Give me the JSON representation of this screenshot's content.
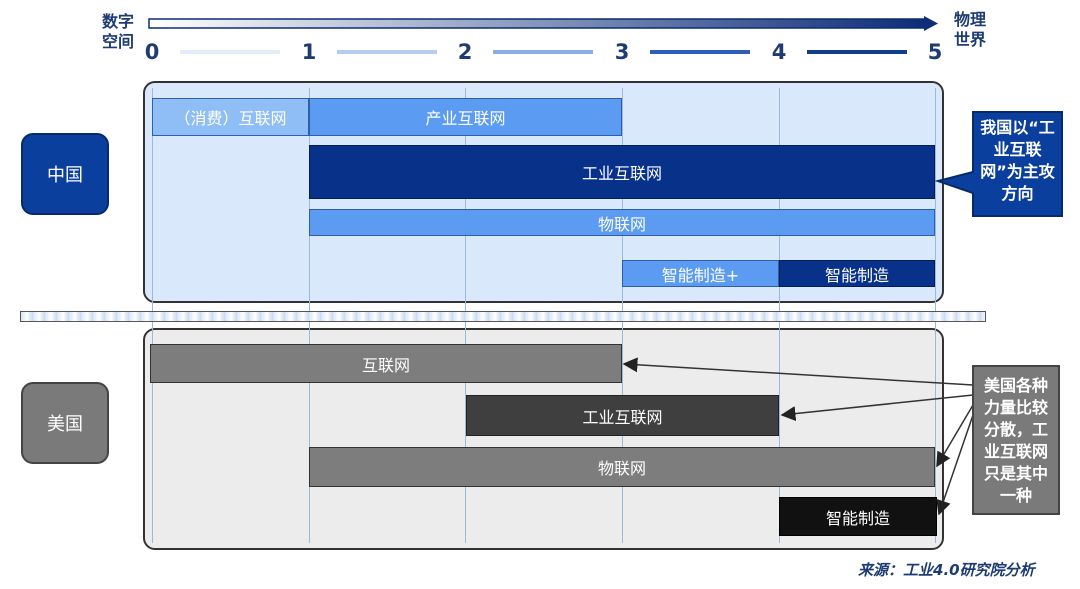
{
  "axis": {
    "left_label": "数字\n空间",
    "right_label": "物理\n世界",
    "ticks": [
      "0",
      "1",
      "2",
      "3",
      "4",
      "5"
    ]
  },
  "china": {
    "region_label": "中国",
    "bars": [
      {
        "label": "（消费）互联网",
        "start": 0,
        "end": 1
      },
      {
        "label": "产业互联网",
        "start": 1,
        "end": 3
      },
      {
        "label": "工业互联网",
        "start": 1,
        "end": 5
      },
      {
        "label": "物联网",
        "start": 1,
        "end": 5
      },
      {
        "label": "智能制造+",
        "start": 3,
        "end": 4
      },
      {
        "label": "智能制造",
        "start": 4,
        "end": 5
      }
    ],
    "note": "我国以“工业互联网”为主攻方向"
  },
  "usa": {
    "region_label": "美国",
    "bars": [
      {
        "label": "互联网",
        "start": 0,
        "end": 3
      },
      {
        "label": "工业互联网",
        "start": 2,
        "end": 4
      },
      {
        "label": "物联网",
        "start": 1,
        "end": 5
      },
      {
        "label": "智能制造",
        "start": 4,
        "end": 5
      }
    ],
    "note": "美国各种力量比较分散，工业互联网只是其中一种"
  },
  "colors": {
    "china_region": "#0a3f9e",
    "china_panel_bg": "#d9e9fb",
    "light_blue_bar": "#5b9cf2",
    "pale_blue_bar": "#8fbdf5",
    "dark_navy": "#08318a",
    "usa_region": "#7a7a7a",
    "usa_panel_bg": "#ececec",
    "gray_bar": "#7d7d7d",
    "dark_gray_bar": "#3f3f3f",
    "black_bar": "#111111"
  },
  "source": "来源：工业4.0研究院分析"
}
